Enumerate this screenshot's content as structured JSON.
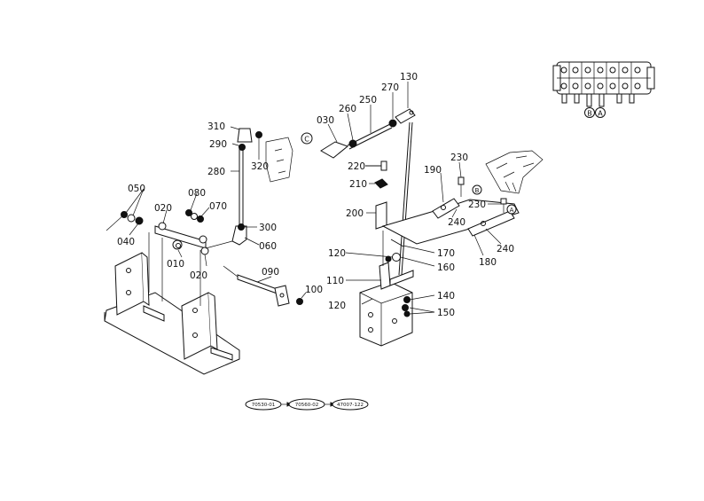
{
  "callouts": [
    {
      "id": "p010",
      "label": "010"
    },
    {
      "id": "p020a",
      "label": "020"
    },
    {
      "id": "p020b",
      "label": "020"
    },
    {
      "id": "p030",
      "label": "030"
    },
    {
      "id": "p040",
      "label": "040"
    },
    {
      "id": "p050",
      "label": "050"
    },
    {
      "id": "p060",
      "label": "060"
    },
    {
      "id": "p070",
      "label": "070"
    },
    {
      "id": "p080",
      "label": "080"
    },
    {
      "id": "p090",
      "label": "090"
    },
    {
      "id": "p100",
      "label": "100"
    },
    {
      "id": "p110",
      "label": "110"
    },
    {
      "id": "p120a",
      "label": "120"
    },
    {
      "id": "p120b",
      "label": "120"
    },
    {
      "id": "p130",
      "label": "130"
    },
    {
      "id": "p140",
      "label": "140"
    },
    {
      "id": "p150",
      "label": "150"
    },
    {
      "id": "p160",
      "label": "160"
    },
    {
      "id": "p170",
      "label": "170"
    },
    {
      "id": "p180",
      "label": "180"
    },
    {
      "id": "p190",
      "label": "190"
    },
    {
      "id": "p200",
      "label": "200"
    },
    {
      "id": "p210",
      "label": "210"
    },
    {
      "id": "p220",
      "label": "220"
    },
    {
      "id": "p230a",
      "label": "230"
    },
    {
      "id": "p230b",
      "label": "230"
    },
    {
      "id": "p240a",
      "label": "240"
    },
    {
      "id": "p240b",
      "label": "240"
    },
    {
      "id": "p250",
      "label": "250"
    },
    {
      "id": "p260",
      "label": "260"
    },
    {
      "id": "p270",
      "label": "270"
    },
    {
      "id": "p280",
      "label": "280"
    },
    {
      "id": "p290",
      "label": "290"
    },
    {
      "id": "p300",
      "label": "300"
    },
    {
      "id": "p310",
      "label": "310"
    },
    {
      "id": "p320",
      "label": "320"
    }
  ],
  "markers": {
    "A": "A",
    "B": "B",
    "C": "C"
  },
  "references": [
    "70530-01",
    "70560-02",
    "47007-122"
  ],
  "colors": {
    "ink": "#111111",
    "paper": "#ffffff"
  }
}
